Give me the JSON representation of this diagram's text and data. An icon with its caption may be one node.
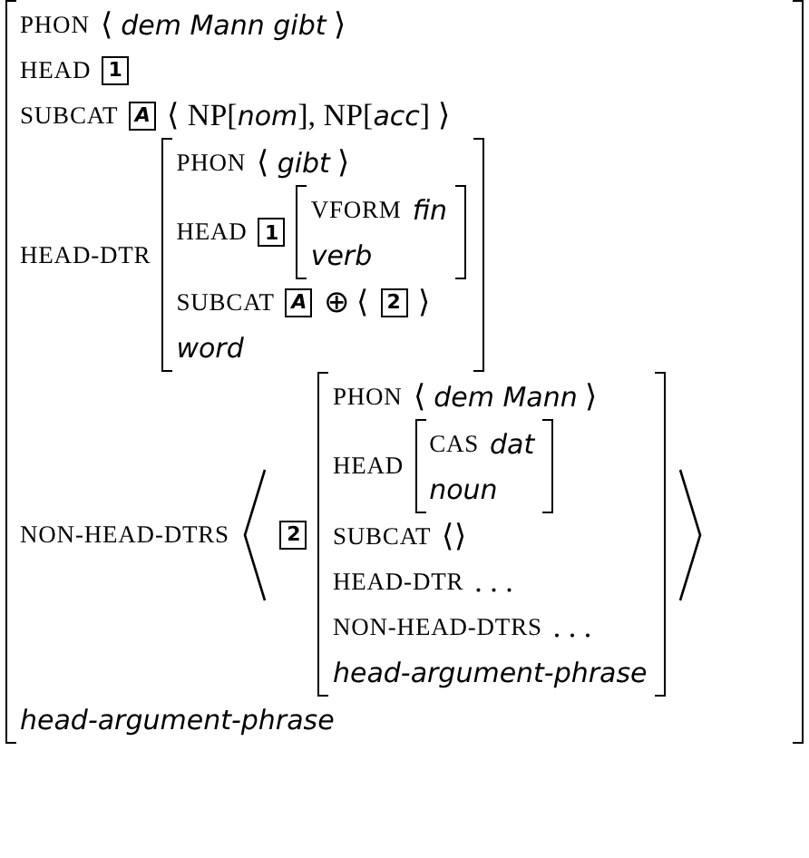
{
  "diagram": {
    "nodes": [
      {
        "text": [
          "PHON",
          "⟨ *dem Mann gibt* ⟩",
          "HEAD",
          "SUBCAT",
          "⟨ NP[*nom*], NP[*acc*] ⟩",
          "HEAD-DTR",
          "NON-HEAD-DTRS",
          "head-argument-phrase"
        ]
      },
      {
        "text": [
          "1"
        ],
        "in": 0
      },
      {
        "text": [
          "A"
        ],
        "in": 0
      },
      {
        "text": [
          "PHON",
          "⟨ *gibt* ⟩",
          "HEAD",
          "SUBCAT",
          "⊕ ⟨",
          "⟩",
          "word"
        ],
        "in": 0
      },
      {
        "text": [
          "1"
        ],
        "in": 3
      },
      {
        "text": [
          "VFORM",
          "fin",
          "verb"
        ],
        "in": 3
      },
      {
        "text": [
          "A"
        ],
        "in": 3
      },
      {
        "text": [
          "2"
        ],
        "in": 3
      },
      {
        "text": [
          "2"
        ],
        "in": 0
      },
      {
        "text": [
          "PHON",
          "⟨ *dem Mann* ⟩",
          "HEAD",
          "SUBCAT",
          "⟨⟩",
          "HEAD-DTR",
          ". . .",
          "NON-HEAD-DTRS",
          ". . .",
          "head-argument-phrase"
        ],
        "in": 0
      },
      {
        "text": [
          "CAS",
          "dat",
          "noun"
        ],
        "in": 9
      }
    ]
  }
}
